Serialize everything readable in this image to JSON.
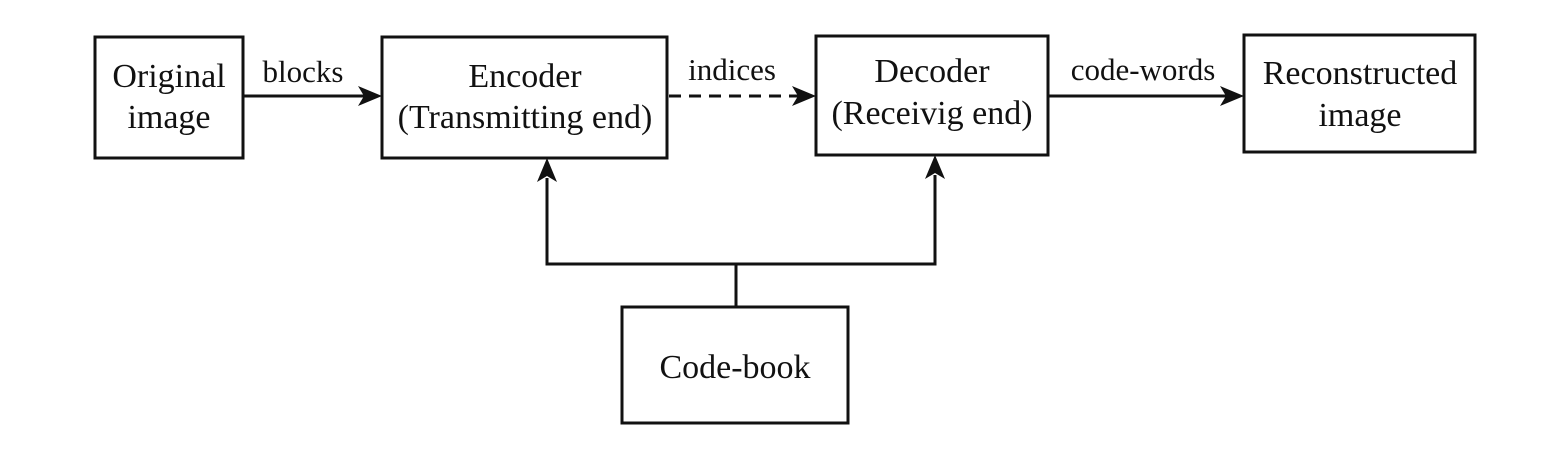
{
  "nodes": {
    "original_image": {
      "lines": [
        "Original",
        "image"
      ]
    },
    "encoder": {
      "lines": [
        "Encoder",
        "(Transmitting end)"
      ]
    },
    "decoder": {
      "lines": [
        "Decoder",
        "(Receivig end)"
      ]
    },
    "reconstructed_image": {
      "lines": [
        "Reconstructed",
        "image"
      ]
    },
    "code_book": {
      "lines": [
        "Code-book"
      ]
    }
  },
  "edges": {
    "blocks": {
      "label": "blocks",
      "style": "solid"
    },
    "indices": {
      "label": "indices",
      "style": "dashed"
    },
    "code_words": {
      "label": "code-words",
      "style": "solid"
    },
    "codebook_to_encoder": {
      "label": "",
      "style": "solid"
    },
    "codebook_to_decoder": {
      "label": "",
      "style": "solid"
    }
  },
  "colors": {
    "stroke": "#111111",
    "background": "#ffffff"
  }
}
